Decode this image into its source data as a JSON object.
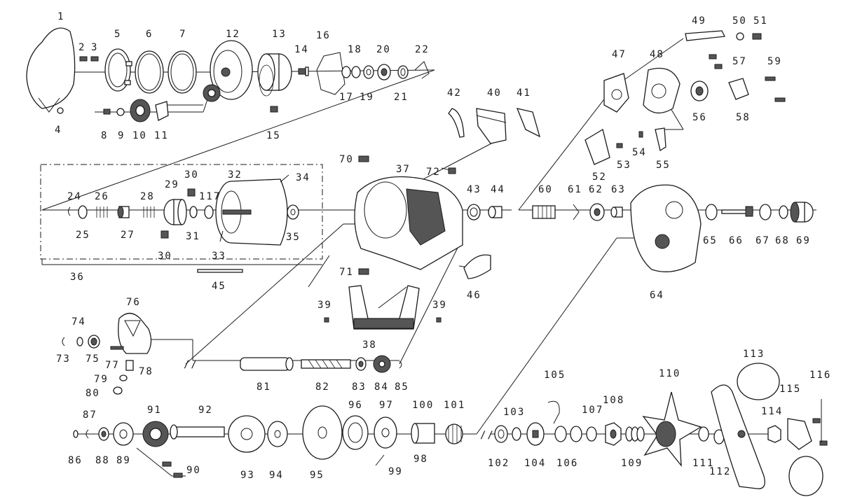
{
  "labels": [
    {
      "id": "p1",
      "text": "1"
    },
    {
      "id": "p2",
      "text": "2"
    },
    {
      "id": "p3",
      "text": "3"
    },
    {
      "id": "p4",
      "text": "4"
    },
    {
      "id": "p5",
      "text": "5"
    },
    {
      "id": "p6",
      "text": "6"
    },
    {
      "id": "p7",
      "text": "7"
    },
    {
      "id": "p8",
      "text": "8"
    },
    {
      "id": "p9",
      "text": "9"
    },
    {
      "id": "p10",
      "text": "10"
    },
    {
      "id": "p11",
      "text": "11"
    },
    {
      "id": "p12",
      "text": "12"
    },
    {
      "id": "p13",
      "text": "13"
    },
    {
      "id": "p14",
      "text": "14"
    },
    {
      "id": "p15",
      "text": "15"
    },
    {
      "id": "p16",
      "text": "16"
    },
    {
      "id": "p17",
      "text": "17"
    },
    {
      "id": "p18",
      "text": "18"
    },
    {
      "id": "p19",
      "text": "19"
    },
    {
      "id": "p20",
      "text": "20"
    },
    {
      "id": "p21",
      "text": "21"
    },
    {
      "id": "p22",
      "text": "22"
    },
    {
      "id": "p24",
      "text": "24"
    },
    {
      "id": "p25",
      "text": "25"
    },
    {
      "id": "p26",
      "text": "26"
    },
    {
      "id": "p27",
      "text": "27"
    },
    {
      "id": "p28",
      "text": "28"
    },
    {
      "id": "p29",
      "text": "29"
    },
    {
      "id": "p30a",
      "text": "30"
    },
    {
      "id": "p30b",
      "text": "30"
    },
    {
      "id": "p31",
      "text": "31"
    },
    {
      "id": "p32",
      "text": "32"
    },
    {
      "id": "p33",
      "text": "33"
    },
    {
      "id": "p34",
      "text": "34"
    },
    {
      "id": "p35",
      "text": "35"
    },
    {
      "id": "p36",
      "text": "36"
    },
    {
      "id": "p37",
      "text": "37"
    },
    {
      "id": "p38",
      "text": "38"
    },
    {
      "id": "p39a",
      "text": "39"
    },
    {
      "id": "p39b",
      "text": "39"
    },
    {
      "id": "p40",
      "text": "40"
    },
    {
      "id": "p41",
      "text": "41"
    },
    {
      "id": "p42",
      "text": "42"
    },
    {
      "id": "p43",
      "text": "43"
    },
    {
      "id": "p44",
      "text": "44"
    },
    {
      "id": "p45",
      "text": "45"
    },
    {
      "id": "p46",
      "text": "46"
    },
    {
      "id": "p47",
      "text": "47"
    },
    {
      "id": "p48",
      "text": "48"
    },
    {
      "id": "p49",
      "text": "49"
    },
    {
      "id": "p50",
      "text": "50"
    },
    {
      "id": "p51",
      "text": "51"
    },
    {
      "id": "p52",
      "text": "52"
    },
    {
      "id": "p53",
      "text": "53"
    },
    {
      "id": "p54",
      "text": "54"
    },
    {
      "id": "p55",
      "text": "55"
    },
    {
      "id": "p56",
      "text": "56"
    },
    {
      "id": "p57",
      "text": "57"
    },
    {
      "id": "p58",
      "text": "58"
    },
    {
      "id": "p59",
      "text": "59"
    },
    {
      "id": "p60",
      "text": "60"
    },
    {
      "id": "p61",
      "text": "61"
    },
    {
      "id": "p62",
      "text": "62"
    },
    {
      "id": "p63",
      "text": "63"
    },
    {
      "id": "p64",
      "text": "64"
    },
    {
      "id": "p65",
      "text": "65"
    },
    {
      "id": "p66",
      "text": "66"
    },
    {
      "id": "p67",
      "text": "67"
    },
    {
      "id": "p68",
      "text": "68"
    },
    {
      "id": "p69",
      "text": "69"
    },
    {
      "id": "p70",
      "text": "70"
    },
    {
      "id": "p71",
      "text": "71"
    },
    {
      "id": "p72",
      "text": "72"
    },
    {
      "id": "p73",
      "text": "73"
    },
    {
      "id": "p74",
      "text": "74"
    },
    {
      "id": "p75",
      "text": "75"
    },
    {
      "id": "p76",
      "text": "76"
    },
    {
      "id": "p77",
      "text": "77"
    },
    {
      "id": "p78",
      "text": "78"
    },
    {
      "id": "p79",
      "text": "79"
    },
    {
      "id": "p80",
      "text": "80"
    },
    {
      "id": "p81",
      "text": "81"
    },
    {
      "id": "p82",
      "text": "82"
    },
    {
      "id": "p83",
      "text": "83"
    },
    {
      "id": "p84",
      "text": "84"
    },
    {
      "id": "p85",
      "text": "85"
    },
    {
      "id": "p86",
      "text": "86"
    },
    {
      "id": "p87",
      "text": "87"
    },
    {
      "id": "p88",
      "text": "88"
    },
    {
      "id": "p89",
      "text": "89"
    },
    {
      "id": "p90",
      "text": "90"
    },
    {
      "id": "p91",
      "text": "91"
    },
    {
      "id": "p92",
      "text": "92"
    },
    {
      "id": "p93",
      "text": "93"
    },
    {
      "id": "p94",
      "text": "94"
    },
    {
      "id": "p95",
      "text": "95"
    },
    {
      "id": "p96",
      "text": "96"
    },
    {
      "id": "p97",
      "text": "97"
    },
    {
      "id": "p98",
      "text": "98"
    },
    {
      "id": "p99",
      "text": "99"
    },
    {
      "id": "p100",
      "text": "100"
    },
    {
      "id": "p101",
      "text": "101"
    },
    {
      "id": "p102",
      "text": "102"
    },
    {
      "id": "p103",
      "text": "103"
    },
    {
      "id": "p104",
      "text": "104"
    },
    {
      "id": "p105",
      "text": "105"
    },
    {
      "id": "p106",
      "text": "106"
    },
    {
      "id": "p107",
      "text": "107"
    },
    {
      "id": "p108",
      "text": "108"
    },
    {
      "id": "p109",
      "text": "109"
    },
    {
      "id": "p110",
      "text": "110"
    },
    {
      "id": "p111",
      "text": "111"
    },
    {
      "id": "p112",
      "text": "112"
    },
    {
      "id": "p113",
      "text": "113"
    },
    {
      "id": "p114",
      "text": "114"
    },
    {
      "id": "p115",
      "text": "115"
    },
    {
      "id": "p116",
      "text": "116"
    },
    {
      "id": "p117",
      "text": "117"
    }
  ]
}
